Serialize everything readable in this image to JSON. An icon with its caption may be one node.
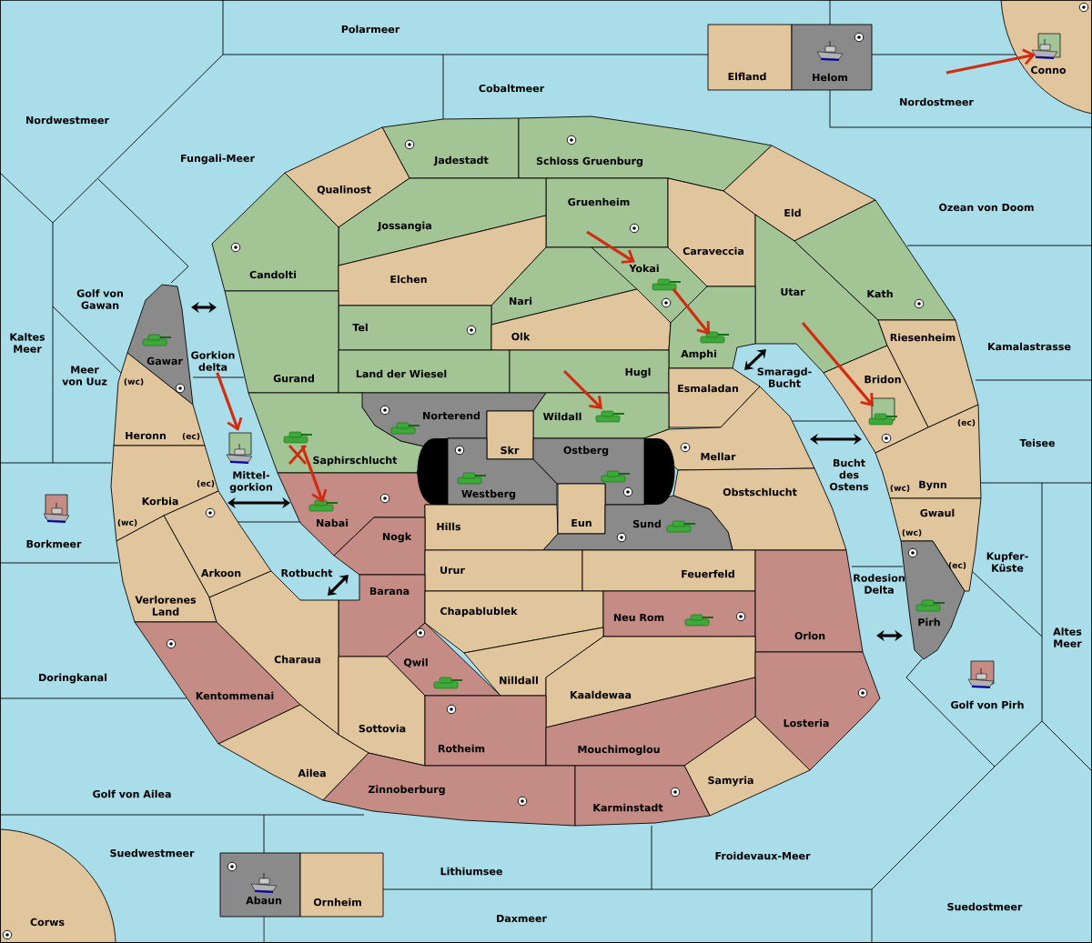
{
  "diagram": {
    "nodes": [
      {
        "text": [
          "Polarmeer"
        ]
      },
      {
        "text": [
          "Elfland"
        ]
      },
      {
        "text": [
          "Helom"
        ]
      },
      {
        "text": [
          "Conno"
        ]
      },
      {
        "text": [
          "Cobaltmeer"
        ]
      },
      {
        "text": [
          "Nordwestmeer"
        ]
      },
      {
        "text": [
          "Nordostmeer"
        ]
      },
      {
        "text": [
          "Fungali-Meer"
        ]
      },
      {
        "text": [
          "Jadestadt"
        ]
      },
      {
        "text": [
          "Schloss Gruenburg"
        ]
      },
      {
        "text": [
          "Qualinost"
        ]
      },
      {
        "text": [
          "Ozean von Doom"
        ]
      },
      {
        "text": [
          "Gruenheim"
        ]
      },
      {
        "text": [
          "Eld"
        ]
      },
      {
        "text": [
          "Jossangia"
        ]
      },
      {
        "text": [
          "Caraveccia"
        ]
      },
      {
        "text": [
          "Candolti"
        ]
      },
      {
        "text": [
          "Elchen"
        ]
      },
      {
        "text": [
          "Yokai"
        ]
      },
      {
        "text": [
          "Utar"
        ]
      },
      {
        "text": [
          "Kath"
        ]
      },
      {
        "text": [
          "Golf von Gawan"
        ]
      },
      {
        "text": [
          "Nari"
        ]
      },
      {
        "text": [
          "Tel"
        ]
      },
      {
        "text": [
          "Olk"
        ]
      },
      {
        "text": [
          "Kaltes Meer"
        ]
      },
      {
        "text": [
          "Riesenheim"
        ]
      },
      {
        "text": [
          "Kamalastrasse"
        ]
      },
      {
        "text": [
          "Gawar"
        ]
      },
      {
        "text": [
          "Gorkion delta"
        ]
      },
      {
        "text": [
          "Amphi"
        ]
      },
      {
        "text": [
          "Meer von Uuz"
        ]
      },
      {
        "text": [
          "Gurand"
        ]
      },
      {
        "text": [
          "Land der Wiesel"
        ]
      },
      {
        "text": [
          "Hugl"
        ]
      },
      {
        "text": [
          "Smaragd- Bucht"
        ]
      },
      {
        "text": [
          "Bridon"
        ]
      },
      {
        "text": [
          "Esmaladan"
        ]
      },
      {
        "text": [
          "Norterend"
        ]
      },
      {
        "text": [
          "Wildall"
        ]
      },
      {
        "text": [
          "Heronn"
        ]
      },
      {
        "text": [
          "Skr"
        ]
      },
      {
        "text": [
          "Ostberg"
        ]
      },
      {
        "text": [
          "Mellar"
        ]
      },
      {
        "text": [
          "Teisee"
        ]
      },
      {
        "text": [
          "Saphirschlucht"
        ]
      },
      {
        "text": [
          "Bucht des Ostens"
        ]
      },
      {
        "text": [
          "Bynn"
        ]
      },
      {
        "text": [
          "Mittel- gorkion"
        ]
      },
      {
        "text": [
          "Westberg"
        ]
      },
      {
        "text": [
          "Obstschlucht"
        ]
      },
      {
        "text": [
          "Korbia"
        ]
      },
      {
        "text": [
          "Gwaul"
        ]
      },
      {
        "text": [
          "Nabai"
        ]
      },
      {
        "text": [
          "Hills"
        ]
      },
      {
        "text": [
          "Eun"
        ]
      },
      {
        "text": [
          "Sund"
        ]
      },
      {
        "text": [
          "Borkmeer"
        ]
      },
      {
        "text": [
          "Nogk"
        ]
      },
      {
        "text": [
          "Kupfer- Küste"
        ]
      },
      {
        "text": [
          "Arkoon"
        ]
      },
      {
        "text": [
          "Rotbucht"
        ]
      },
      {
        "text": [
          "Urur"
        ]
      },
      {
        "text": [
          "Feuerfeld"
        ]
      },
      {
        "text": [
          "Rodesion Delta"
        ]
      },
      {
        "text": [
          "Barana"
        ]
      },
      {
        "text": [
          "Verlorenes Land"
        ]
      },
      {
        "text": [
          "Chapablublek"
        ]
      },
      {
        "text": [
          "Neu Rom"
        ]
      },
      {
        "text": [
          "Pirh"
        ]
      },
      {
        "text": [
          "Orlon"
        ]
      },
      {
        "text": [
          "Altes Meer"
        ]
      },
      {
        "text": [
          "Charaua"
        ]
      },
      {
        "text": [
          "Qwil"
        ]
      },
      {
        "text": [
          "Doringkanal"
        ]
      },
      {
        "text": [
          "Nilldall"
        ]
      },
      {
        "text": [
          "Kentommenai"
        ]
      },
      {
        "text": [
          "Kaaldewaa"
        ]
      },
      {
        "text": [
          "Golf von Pirh"
        ]
      },
      {
        "text": [
          "Losteria"
        ]
      },
      {
        "text": [
          "Sottovia"
        ]
      },
      {
        "text": [
          "Rotheim"
        ]
      },
      {
        "text": [
          "Mouchimoglou"
        ]
      },
      {
        "text": [
          "Ailea"
        ]
      },
      {
        "text": [
          "Samyria"
        ]
      },
      {
        "text": [
          "Zinnoberburg"
        ]
      },
      {
        "text": [
          "Golf von Ailea"
        ]
      },
      {
        "text": [
          "Karminstadt"
        ]
      },
      {
        "text": [
          "Suedwestmeer"
        ]
      },
      {
        "text": [
          "Froidevaux-Meer"
        ]
      },
      {
        "text": [
          "Lithiumsee"
        ]
      },
      {
        "text": [
          "Abaun"
        ]
      },
      {
        "text": [
          "Ornheim"
        ]
      },
      {
        "text": [
          "Suedostmeer"
        ]
      },
      {
        "text": [
          "Daxmeer"
        ]
      },
      {
        "text": [
          "Corws"
        ]
      },
      {
        "text": [],
        "shape": "semicircle"
      },
      {
        "text": [],
        "shape": "semicircle"
      }
    ],
    "edges": [
      {
        "from": 6,
        "to": 3,
        "arrow": "to"
      },
      {
        "from": 12,
        "to": 18,
        "arrow": "to"
      },
      {
        "from": 18,
        "to": 30,
        "arrow": "to"
      },
      {
        "from": 34,
        "to": 39,
        "arrow": "to"
      },
      {
        "from": 19,
        "to": 36,
        "arrow": "to"
      },
      {
        "from": 29,
        "to": 48,
        "arrow": "to"
      },
      {
        "from": 45,
        "to": 53,
        "arrow": "to"
      },
      {
        "from": 28,
        "to": 32,
        "arrow": "both",
        "color": "#000000"
      },
      {
        "from": 60,
        "to": 53,
        "arrow": "both",
        "color": "#000000"
      },
      {
        "from": 72,
        "to": 58,
        "arrow": "both",
        "color": "#000000"
      },
      {
        "from": 37,
        "to": 19,
        "arrow": "both",
        "color": "#000000"
      },
      {
        "from": 43,
        "to": 36,
        "arrow": "both",
        "color": "#000000"
      },
      {
        "from": 70,
        "to": 69,
        "arrow": "both",
        "color": "#000000"
      }
    ],
    "labels": [
      "(wc)",
      "(ec)",
      "(ec)",
      "(ec)",
      "(wc)",
      "(wc)",
      "(wc)",
      "(ec)"
    ]
  }
}
